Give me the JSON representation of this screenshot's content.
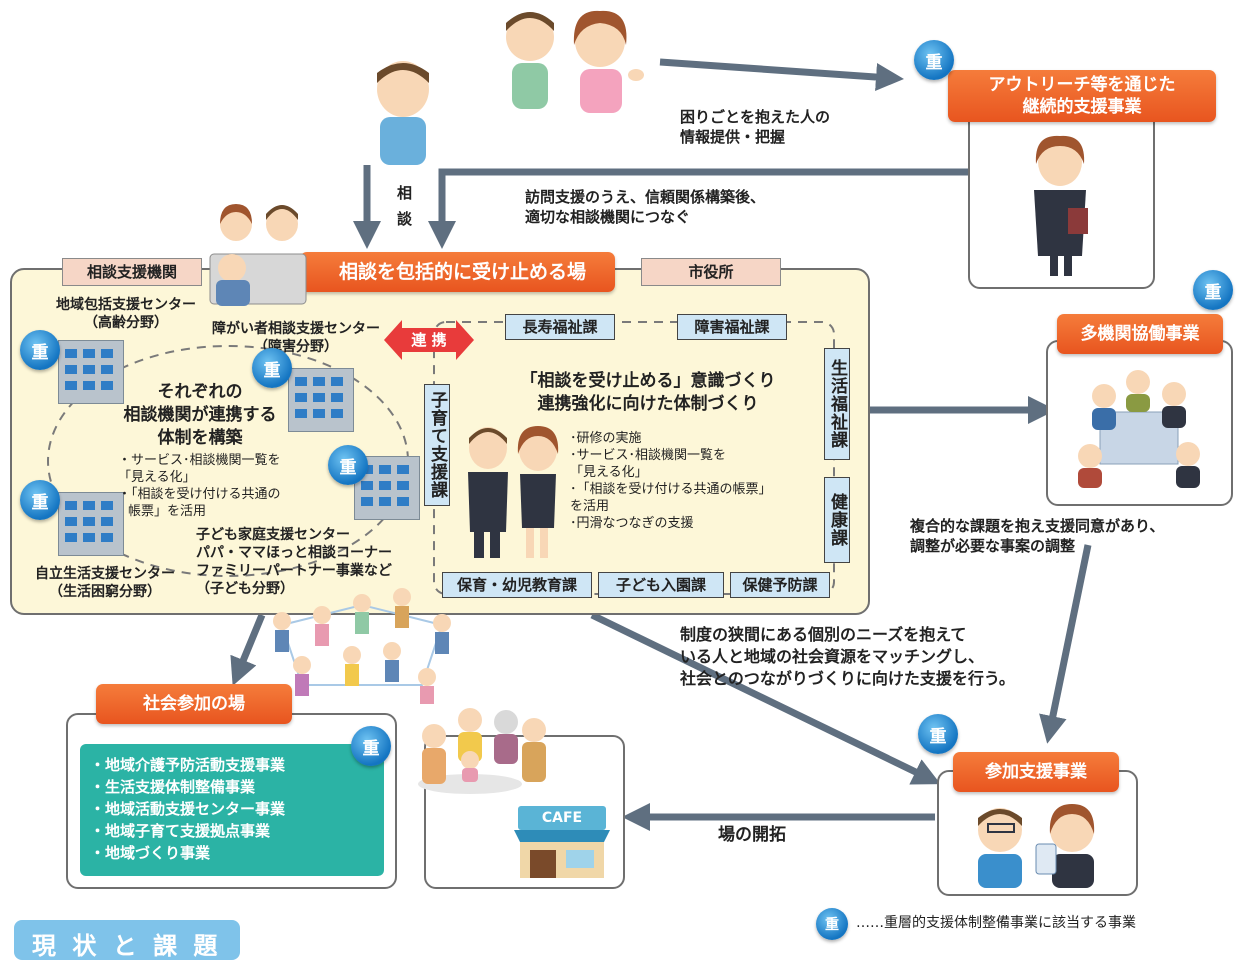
{
  "colors": {
    "orange": "#e8551f",
    "panel": "#fdf7d8",
    "blue_tag": "#cfe6f5",
    "tan_tag": "#f6d6c6",
    "teal": "#2bb3a5",
    "arrow": "#5f6f80",
    "badge": "#1475c2"
  },
  "badge_char": "重",
  "top": {
    "info_text": [
      "困りごとを抱えた人の",
      "情報提供・把握"
    ],
    "visit_text": [
      "訪問支援のうえ、信頼関係構築後、",
      "適切な相談機関につなぐ"
    ],
    "consult": [
      "相",
      "談"
    ]
  },
  "outreach": {
    "title": [
      "アウトリーチ等を通じた",
      "継続的支援事業"
    ]
  },
  "center": {
    "title": "相談を包括的に受け止める場",
    "left_tag": "相談支援機関",
    "right_tag": "市役所",
    "renkei": "連 携",
    "orgs": {
      "chiiki": [
        "地域包括支援センター",
        "（高齢分野）"
      ],
      "shogai": [
        "障がい者相談支援センター",
        "（障害分野）"
      ],
      "jiritsu": [
        "自立生活支援センター",
        "（生活困窮分野）"
      ],
      "kodomo": [
        "子ども家庭支援センター",
        "パパ・ママほっと相談コーナー",
        "ファミリーパートナー事業など",
        "（子ども分野）"
      ]
    },
    "network_heading": [
      "それぞれの",
      "相談機関が連携する",
      "体制を構築"
    ],
    "network_items": [
      "・サービス･相談機関一覧を",
      "「見える化」",
      "・「相談を受け付ける共通の",
      "帳票」を活用"
    ],
    "depts": {
      "choju": "長寿福祉課",
      "shogai": "障害福祉課",
      "kosodate": "子育て支援課",
      "seikatsu": "生活福祉課",
      "kenko": "健康課",
      "hoiku": "保育・幼児教育課",
      "nyuen": "子ども入園課",
      "hoken": "保健予防課"
    },
    "city_heading": [
      "「相談を受け止める」意識づくり",
      "連携強化に向けた体制づくり"
    ],
    "city_items": [
      "･研修の実施",
      "･サービス･相談機関一覧を",
      "「見える化」",
      "･「相談を受け付ける共通の帳票」",
      "を活用",
      "･円滑なつなぎの支援"
    ]
  },
  "multi": {
    "title": "多機関協働事業",
    "note": [
      "複合的な課題を抱え支援同意があり、",
      "調整が必要な事案の調整"
    ]
  },
  "social": {
    "title": "社会参加の場",
    "items": [
      "・地域介護予防活動支援事業",
      "・生活支援体制整備事業",
      "・地域活動支援センター事業",
      "・地域子育て支援拠点事業",
      "・地域づくり事業"
    ]
  },
  "matching_text": [
    "制度の狭間にある個別のニーズを抱えて",
    "いる人と地域の社会資源をマッチングし、",
    "社会とのつながりづくりに向けた支援を行う。"
  ],
  "participation": {
    "title": "参加支援事業"
  },
  "cafe": "CAFE",
  "ba_kaitaku": "場の開拓",
  "legend": "……重層的支援体制整備事業に該当する事業",
  "bottom_banner": "現 状 と 課 題"
}
